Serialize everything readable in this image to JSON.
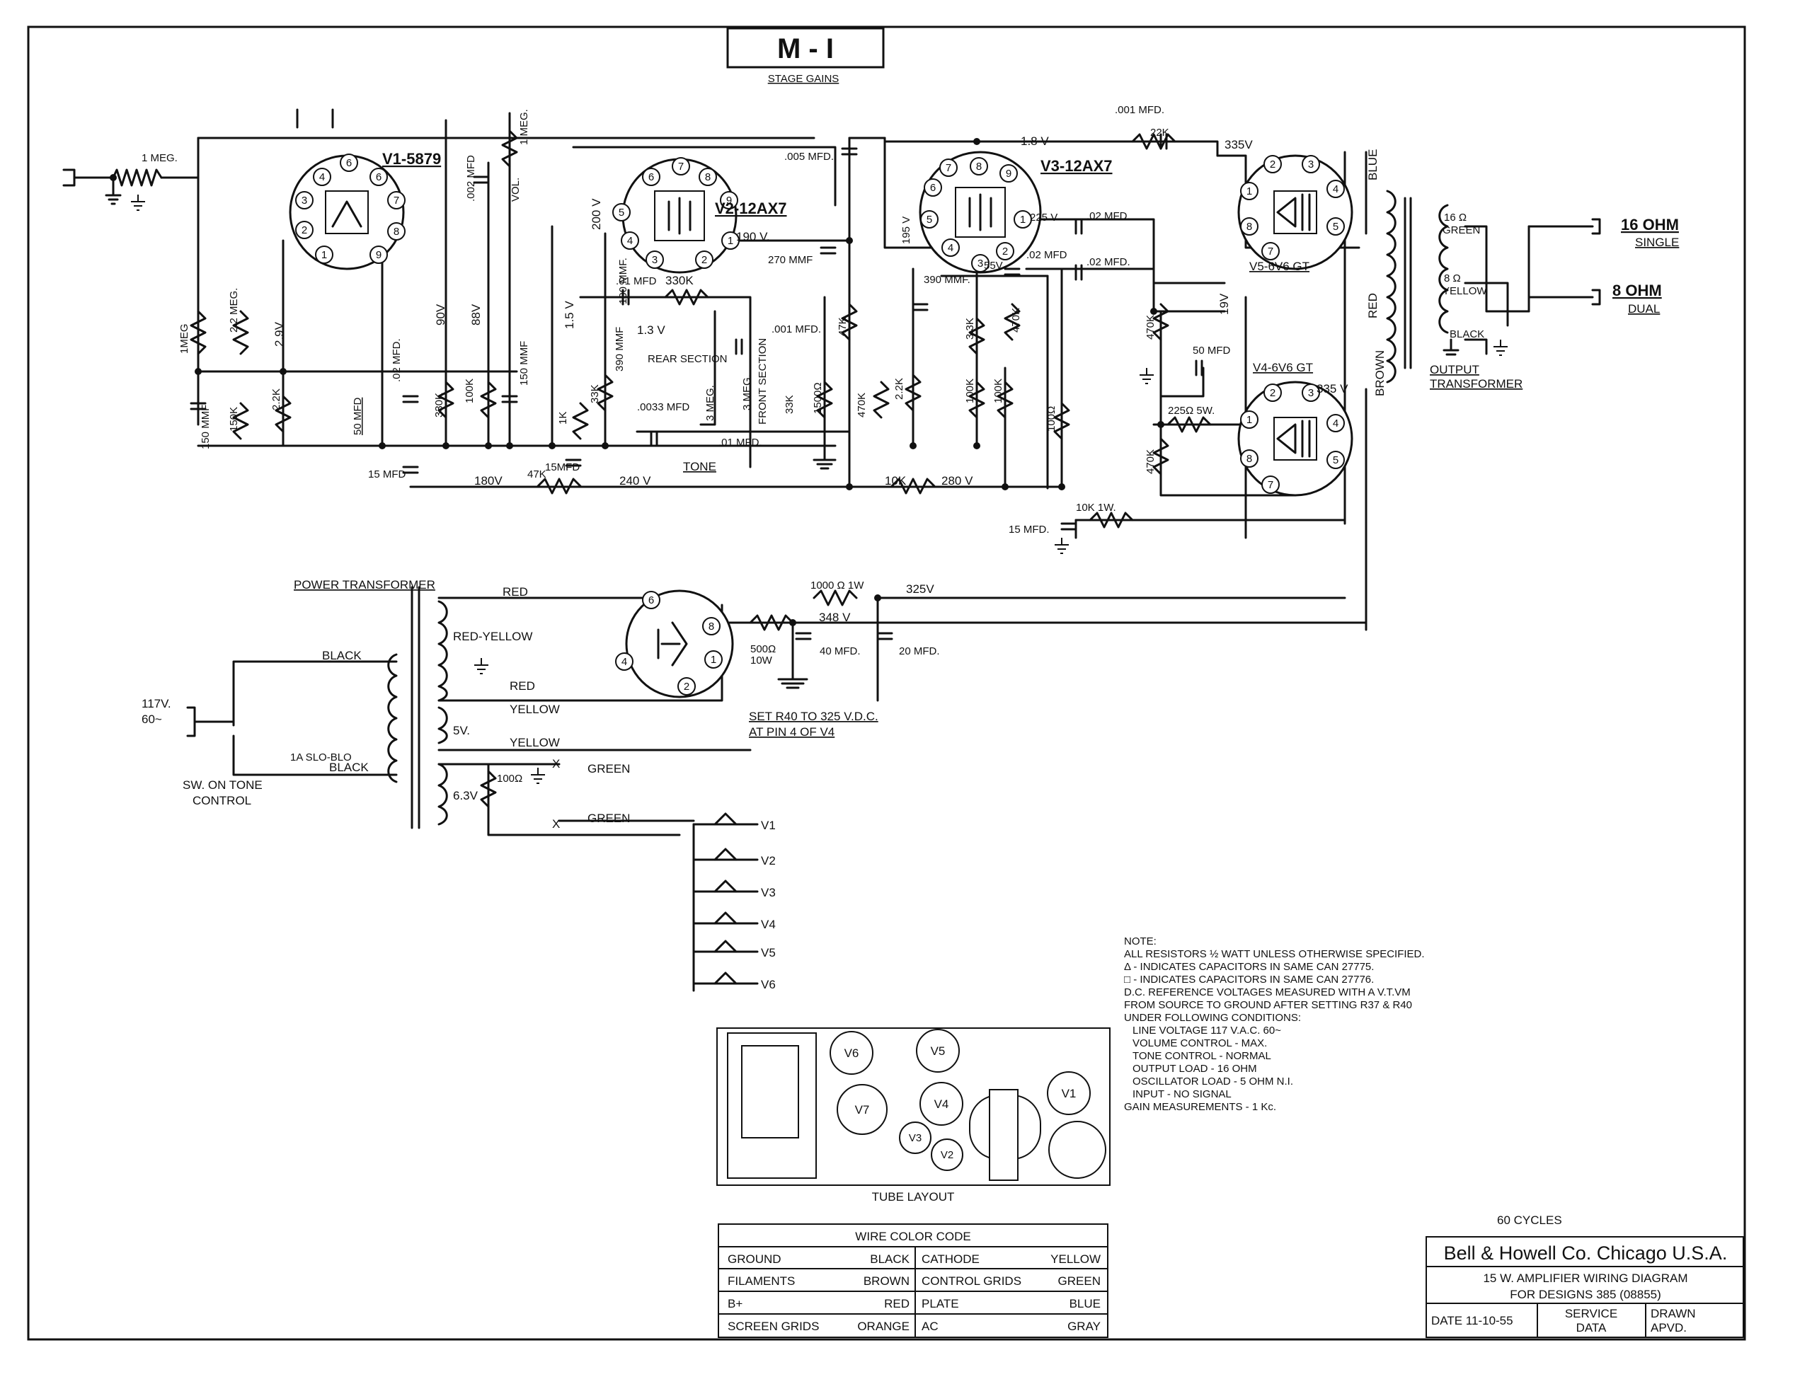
{
  "header": {
    "title": "M - I",
    "subtitle": "STAGE GAINS"
  },
  "tubes": {
    "v1": {
      "label": "V1-5879",
      "pins": [
        "1",
        "2",
        "3",
        "4",
        "6",
        "7",
        "8",
        "9"
      ]
    },
    "v2": {
      "label": "V2-12AX7",
      "pins": [
        "1",
        "2",
        "3",
        "4",
        "5",
        "6",
        "7",
        "8",
        "9"
      ]
    },
    "v3": {
      "label": "V3-12AX7",
      "pins": [
        "1",
        "2",
        "3",
        "4",
        "5",
        "6",
        "7",
        "8",
        "9"
      ]
    },
    "v5": {
      "label": "V5-6V6 GT",
      "pins": [
        "1",
        "2",
        "3",
        "4",
        "5",
        "7",
        "8"
      ]
    },
    "v4": {
      "label": "V4-6V6 GT",
      "pins": [
        "1",
        "2",
        "3",
        "4",
        "5",
        "7",
        "8"
      ]
    },
    "rect": {
      "pins": [
        "1",
        "2",
        "4",
        "6",
        "8"
      ]
    }
  },
  "components": {
    "r_in": "1 MEG.",
    "r_v1g": "1MEG",
    "r_22meg": "2.2 MEG.",
    "c_150mmf_a": "150 MMF",
    "r_150k": "150K",
    "r_22k_a": "2.2K",
    "c_50mfd_a": "50 MFD",
    "c_002mfd": ".002 MFD",
    "c_02mfd_a": ".02 MFD.",
    "r_330k_a": "330K",
    "r_100k_a": "100K",
    "r_vol": "1 MEG.",
    "vol": "VOL.",
    "c_150mmf_b": "150 MMF",
    "c_15mfd_a": "15 MFD",
    "r_47k_a": "47K",
    "c_15mfd_b": "15MFD",
    "r_1k": "1K",
    "r_33k_a": "33K",
    "c_100mmf": "100 MMF.",
    "c_01mfd_a": ".01 MFD",
    "r_330k_b": "330K",
    "c_390mmf_a": "390 MMF",
    "rear": "REAR SECTION",
    "front": "FRONT SECTION",
    "c_0033mfd": ".0033 MFD",
    "r_3meg_a": "3 MEG.",
    "r_3meg_b": "3 MEG.",
    "c_001mfd_a": ".001 MFD.",
    "c_01mfd_b": ".01 MFD.",
    "r_33k_b": "33K",
    "r_1500": "1500Ω",
    "tone": "TONE",
    "c_005mfd": ".005 MFD.",
    "c_270mmf": "270 MMF",
    "r_47k_b": "47K",
    "r_470k_a": "470K",
    "r_22k_b": "2.2K",
    "c_390mmf_b": "390 MMF.",
    "r_33k_c": "3.3K",
    "r_100k_b": "100K",
    "r_100k_c": "100K",
    "r_470k_b": "470K",
    "r_100a": "100Ω",
    "c_02mfd_b": ".02 MFD.",
    "c_02mfd_c": ".02 MFD.",
    "c_02mfd_d": ".02 MFD",
    "r_10k": "10K",
    "c_15mfd_c": "15 MFD.",
    "r_10k1w": "10K 1W.",
    "c_001mfd_b": ".001 MFD.",
    "r_22k": "22K",
    "r_470k_c": "470K",
    "r_470k_d": "470K",
    "c_50mfd_b": "50 MFD",
    "r_225": "225Ω 5W.",
    "r_1000": "1000 Ω 1W",
    "r_500": "500Ω",
    "r_500w": "10W",
    "c_40mfd": "40 MFD.",
    "c_20mfd": "20 MFD.",
    "r_100b": "100Ω"
  },
  "voltages": {
    "v29": "2.9V",
    "v90": "90V",
    "v88": "88V",
    "v180": "180V",
    "v15": "1.5 V",
    "v200": "200 V",
    "v190": "190 V.",
    "v13": "1.3 V",
    "v240": "240 V",
    "v280": "280 V",
    "v18": "1.8 V",
    "v195": "195 V",
    "v225": "225 V",
    "v55": "55V",
    "v19": "19V",
    "v335a": "335V",
    "v335b": "335 V",
    "v325": "325V",
    "v348": "348 V",
    "v5": "5V.",
    "v63": "6.3V",
    "x": "X"
  },
  "output": {
    "r16": "16 Ω",
    "r8": "8 Ω",
    "blue": "BLUE",
    "green": "GREEN",
    "yellow": "YELLOW",
    "black": "BLACK",
    "red": "RED",
    "brown": "BROWN",
    "ohm16": "16 OHM",
    "single": "SINGLE",
    "ohm8": "8 OHM",
    "dual": "DUAL",
    "ot1": "OUTPUT",
    "ot2": "TRANSFORMER"
  },
  "power": {
    "title": "POWER TRANSFORMER",
    "red1": "RED",
    "redyellow": "RED-YELLOW",
    "red2": "RED",
    "yellow1": "YELLOW",
    "yellow2": "YELLOW",
    "black1": "BLACK",
    "black2": "BLACK",
    "green1": "GREEN",
    "green2": "GREEN",
    "v117": "117V.",
    "hz": "60~",
    "fuse": "1A SLO-BLO",
    "sw1": "SW. ON TONE",
    "sw2": "CONTROL",
    "set1": "SET R40 TO 325 V.D.C.",
    "set2": "AT PIN 4 OF V4"
  },
  "filaments": [
    "V1",
    "V2",
    "V3",
    "V4",
    "V5",
    "V6"
  ],
  "notes": {
    "title": "NOTE:",
    "lines": [
      "ALL RESISTORS ½ WATT UNLESS OTHERWISE SPECIFIED.",
      "Δ - INDICATES CAPACITORS IN SAME CAN 27775.",
      "□ - INDICATES CAPACITORS IN SAME CAN 27776.",
      "D.C. REFERENCE VOLTAGES MEASURED WITH A V.T.VM",
      "FROM SOURCE TO GROUND AFTER SETTING R37 & R40",
      "UNDER FOLLOWING CONDITIONS:",
      "   LINE VOLTAGE 117 V.A.C. 60~",
      "   VOLUME CONTROL - MAX.",
      "   TONE CONTROL - NORMAL",
      "   OUTPUT LOAD - 16 OHM",
      "   OSCILLATOR LOAD - 5 OHM N.I.",
      "   INPUT - NO SIGNAL",
      "GAIN MEASUREMENTS - 1 Kc."
    ]
  },
  "tube_layout": {
    "caption": "TUBE LAYOUT",
    "sockets": [
      "V6",
      "V5",
      "V7",
      "V4",
      "V3",
      "V2",
      "V1"
    ]
  },
  "wire_color_code": {
    "title": "WIRE COLOR CODE",
    "rows": [
      [
        "GROUND",
        "BLACK",
        "CATHODE",
        "YELLOW"
      ],
      [
        "FILAMENTS",
        "BROWN",
        "CONTROL GRIDS",
        "GREEN"
      ],
      [
        "B+",
        "RED",
        "PLATE",
        "BLUE"
      ],
      [
        "SCREEN GRIDS",
        "ORANGE",
        "AC",
        "GRAY"
      ]
    ]
  },
  "title_block": {
    "cycles": "60 CYCLES",
    "company": "Bell & Howell Co. Chicago U.S.A.",
    "desc1": "15 W. AMPLIFIER WIRING DIAGRAM",
    "desc2": "FOR DESIGNS 385 (08855)",
    "date": "DATE  11-10-55",
    "service1": "SERVICE",
    "service2": "DATA",
    "drawn": "DRAWN",
    "apvd": "APVD."
  }
}
